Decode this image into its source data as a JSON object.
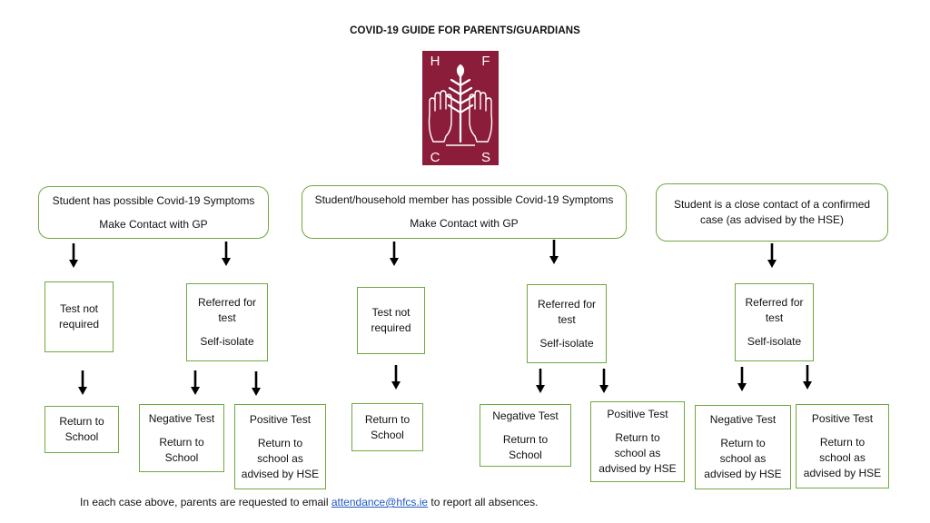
{
  "title": "COVID-19 GUIDE FOR PARENTS/GUARDIANS",
  "logo": {
    "letters": [
      "H",
      "F",
      "C",
      "S"
    ],
    "color": "#8b1d3b"
  },
  "top_boxes": [
    {
      "line1": "Student has possible Covid-19 Symptoms",
      "line2": "Make Contact with GP"
    },
    {
      "line1": "Student/household member has possible Covid-19 Symptoms",
      "line2": "Make Contact with GP"
    },
    {
      "line1": "Student is a close contact of a confirmed",
      "line2": "case (as advised by the HSE)"
    }
  ],
  "mid_boxes": [
    {
      "line1": "Test not",
      "line2": "required"
    },
    {
      "line1": "Referred for",
      "line2": "test",
      "line3": "Self-isolate"
    },
    {
      "line1": "Test not",
      "line2": "required"
    },
    {
      "line1": "Referred for",
      "line2": "test",
      "line3": "Self-isolate"
    },
    {
      "line1": "Referred for",
      "line2": "test",
      "line3": "Self-isolate"
    }
  ],
  "bottom_boxes": [
    {
      "line1": "Return to",
      "line2": "School"
    },
    {
      "heading": "Negative Test",
      "line1": "Return to",
      "line2": "School"
    },
    {
      "heading": "Positive Test",
      "line1": "Return to",
      "line2": "school as",
      "line3": "advised by HSE"
    },
    {
      "line1": "Return to",
      "line2": "School"
    },
    {
      "heading": "Negative Test",
      "line1": "Return to",
      "line2": "School"
    },
    {
      "heading": "Positive Test",
      "line1": "Return to",
      "line2": "school as",
      "line3": "advised by HSE"
    },
    {
      "heading": "Negative Test",
      "line1": "Return to",
      "line2": "school as",
      "line3": "advised by HSE"
    },
    {
      "heading": "Positive Test",
      "line1": "Return to",
      "line2": "school as",
      "line3": "advised by HSE"
    }
  ],
  "footer": {
    "before": "In each case above, parents are requested to email ",
    "email": "attendance@hfcs.ie",
    "after": " to report all absences."
  },
  "colors": {
    "box_border": "#6faa3f",
    "link": "#1f57c4"
  }
}
